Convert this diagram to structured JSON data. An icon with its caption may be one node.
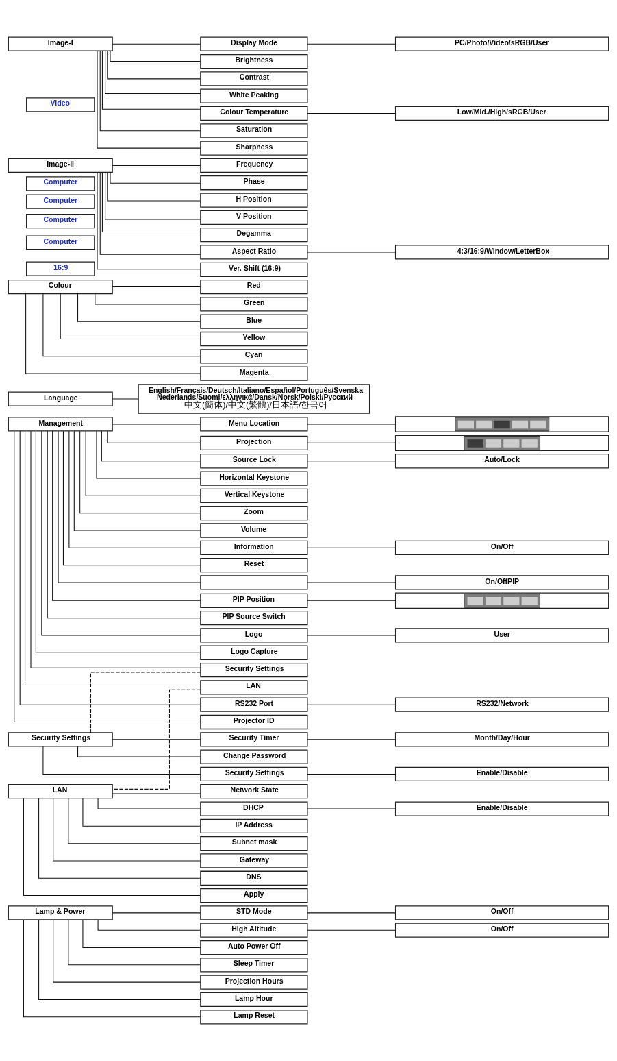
{
  "diagram": {
    "nodes": [
      {
        "text": [
          "Image-I"
        ]
      },
      {
        "text": [
          "Display Mode"
        ]
      },
      {
        "text": [
          "PC/Photo/Video/sRGB/User"
        ]
      },
      {
        "text": [
          "Brightness"
        ]
      },
      {
        "text": [
          "Contrast"
        ]
      },
      {
        "text": [
          "White Peaking"
        ]
      },
      {
        "text": [
          "Colour Temperature"
        ]
      },
      {
        "text": [
          "Low/Mid./High/sRGB/User"
        ]
      },
      {
        "text": [
          "Video"
        ]
      },
      {
        "text": [
          "Saturation"
        ]
      },
      {
        "text": [
          "Sharpness"
        ]
      },
      {
        "text": [
          "Image-II"
        ]
      },
      {
        "text": [
          "Computer"
        ]
      },
      {
        "text": [
          "Frequency"
        ]
      },
      {
        "text": [
          "Computer"
        ]
      },
      {
        "text": [
          "Phase"
        ]
      },
      {
        "text": [
          "Computer"
        ]
      },
      {
        "text": [
          "H Position"
        ]
      },
      {
        "text": [
          "Computer"
        ]
      },
      {
        "text": [
          "V Position"
        ]
      },
      {
        "text": [
          "Degamma"
        ]
      },
      {
        "text": [
          "Aspect Ratio"
        ]
      },
      {
        "text": [
          "4:3/16:9/Window/LetterBox"
        ]
      },
      {
        "text": [
          "16:9"
        ]
      },
      {
        "text": [
          "Ver. Shift (16:9)"
        ]
      },
      {
        "text": [
          "Colour"
        ]
      },
      {
        "text": [
          "Red"
        ]
      },
      {
        "text": [
          "Green"
        ]
      },
      {
        "text": [
          "Blue"
        ]
      },
      {
        "text": [
          "Yellow"
        ]
      },
      {
        "text": [
          "Cyan"
        ]
      },
      {
        "text": [
          "Magenta"
        ]
      },
      {
        "text": [
          "Language"
        ]
      },
      {
        "text": [
          "English/Français/Deutsch/Italiano/Español/Português/Svenska",
          "Nederlands/Suomi/ελληνικά/Dansk/Norsk/Polski/Русский",
          "中文(簡体)/中文(繁體)/日本語/한국어"
        ]
      },
      {
        "text": [
          "Management"
        ]
      },
      {
        "text": [
          "Menu Location"
        ]
      },
      {
        "text": [],
        "shape": "picture"
      },
      {
        "text": [
          "Projection"
        ]
      },
      {
        "text": [],
        "shape": "picture"
      },
      {
        "text": [
          "Source Lock"
        ]
      },
      {
        "text": [
          "Auto/Lock"
        ]
      },
      {
        "text": [
          "Horizontal Keystone"
        ]
      },
      {
        "text": [
          "Vertical Keystone"
        ]
      },
      {
        "text": [
          "Zoom"
        ]
      },
      {
        "text": [
          "Volume"
        ]
      },
      {
        "text": [
          "Information"
        ]
      },
      {
        "text": [
          "On/Off"
        ]
      },
      {
        "text": [
          "Reset"
        ]
      },
      {
        "text": [],
        "shape": "box"
      },
      {
        "text": [
          "On/OffPIP"
        ]
      },
      {
        "text": [
          "PIP Position"
        ]
      },
      {
        "text": [],
        "shape": "picture"
      },
      {
        "text": [
          "PIP Source Switch"
        ]
      },
      {
        "text": [
          "Logo"
        ]
      },
      {
        "text": [
          "User"
        ]
      },
      {
        "text": [
          "Logo Capture"
        ]
      },
      {
        "text": [
          "Security Settings"
        ]
      },
      {
        "text": [
          "LAN"
        ]
      },
      {
        "text": [
          "RS232 Port"
        ]
      },
      {
        "text": [
          "RS232/Network"
        ]
      },
      {
        "text": [
          "Projector ID"
        ]
      },
      {
        "text": [
          "Security Settings"
        ]
      },
      {
        "text": [
          "Security Timer"
        ]
      },
      {
        "text": [
          "Month/Day/Hour"
        ]
      },
      {
        "text": [
          "Change Password"
        ]
      },
      {
        "text": [
          "Security Settings"
        ]
      },
      {
        "text": [
          "Enable/Disable"
        ]
      },
      {
        "text": [
          "LAN"
        ]
      },
      {
        "text": [
          "Network State"
        ]
      },
      {
        "text": [
          "DHCP"
        ]
      },
      {
        "text": [
          "Enable/Disable"
        ]
      },
      {
        "text": [
          "IP Address"
        ]
      },
      {
        "text": [
          "Subnet mask"
        ]
      },
      {
        "text": [
          "Gateway"
        ]
      },
      {
        "text": [
          "DNS"
        ]
      },
      {
        "text": [
          "Apply"
        ]
      },
      {
        "text": [
          "Lamp & Power"
        ]
      },
      {
        "text": [
          "STD Mode"
        ]
      },
      {
        "text": [
          "On/Off"
        ]
      },
      {
        "text": [
          "High Altitude"
        ]
      },
      {
        "text": [
          "On/Off"
        ]
      },
      {
        "text": [
          "Auto Power Off"
        ]
      },
      {
        "text": [
          "Sleep Timer"
        ]
      },
      {
        "text": [
          "Projection Hours"
        ]
      },
      {
        "text": [
          "Lamp Hour"
        ]
      },
      {
        "text": [
          "Lamp Reset"
        ]
      }
    ],
    "edges": [
      {
        "from": 0,
        "to": 1,
        "arrow": "none"
      },
      {
        "from": 1,
        "to": 2,
        "arrow": "none"
      },
      {
        "from": 0,
        "to": 3,
        "arrow": "none"
      },
      {
        "from": 0,
        "to": 4,
        "arrow": "none"
      },
      {
        "from": 0,
        "to": 5,
        "arrow": "none"
      },
      {
        "from": 0,
        "to": 6,
        "arrow": "none"
      },
      {
        "from": 6,
        "to": 7,
        "arrow": "none"
      },
      {
        "from": 0,
        "to": 9,
        "arrow": "none"
      },
      {
        "from": 0,
        "to": 10,
        "arrow": "none"
      },
      {
        "from": 11,
        "to": 13,
        "arrow": "none"
      },
      {
        "from": 11,
        "to": 15,
        "arrow": "none"
      },
      {
        "from": 11,
        "to": 17,
        "arrow": "none"
      },
      {
        "from": 11,
        "to": 19,
        "arrow": "none"
      },
      {
        "from": 11,
        "to": 20,
        "arrow": "none"
      },
      {
        "from": 11,
        "to": 21,
        "arrow": "none"
      },
      {
        "from": 21,
        "to": 22,
        "arrow": "none"
      },
      {
        "from": 11,
        "to": 24,
        "arrow": "none"
      },
      {
        "from": 25,
        "to": 26,
        "arrow": "none"
      },
      {
        "from": 25,
        "to": 27,
        "arrow": "none"
      },
      {
        "from": 25,
        "to": 28,
        "arrow": "none"
      },
      {
        "from": 25,
        "to": 29,
        "arrow": "none"
      },
      {
        "from": 25,
        "to": 30,
        "arrow": "none"
      },
      {
        "from": 25,
        "to": 31,
        "arrow": "none"
      },
      {
        "from": 32,
        "to": 33,
        "arrow": "none"
      },
      {
        "from": 34,
        "to": 35,
        "arrow": "none"
      },
      {
        "from": 35,
        "to": 36,
        "arrow": "none"
      },
      {
        "from": 34,
        "to": 37,
        "arrow": "none"
      },
      {
        "from": 37,
        "to": 38,
        "arrow": "none"
      },
      {
        "from": 34,
        "to": 39,
        "arrow": "none"
      },
      {
        "from": 39,
        "to": 40,
        "arrow": "none"
      },
      {
        "from": 34,
        "to": 41,
        "arrow": "none"
      },
      {
        "from": 34,
        "to": 42,
        "arrow": "none"
      },
      {
        "from": 34,
        "to": 43,
        "arrow": "none"
      },
      {
        "from": 34,
        "to": 44,
        "arrow": "none"
      },
      {
        "from": 34,
        "to": 45,
        "arrow": "none"
      },
      {
        "from": 45,
        "to": 46,
        "arrow": "none"
      },
      {
        "from": 34,
        "to": 47,
        "arrow": "none"
      },
      {
        "from": 34,
        "to": 48,
        "arrow": "none"
      },
      {
        "from": 48,
        "to": 49,
        "arrow": "none"
      },
      {
        "from": 34,
        "to": 50,
        "arrow": "none"
      },
      {
        "from": 50,
        "to": 51,
        "arrow": "none"
      },
      {
        "from": 34,
        "to": 52,
        "arrow": "none"
      },
      {
        "from": 34,
        "to": 53,
        "arrow": "none"
      },
      {
        "from": 53,
        "to": 54,
        "arrow": "none"
      },
      {
        "from": 34,
        "to": 55,
        "arrow": "none"
      },
      {
        "from": 34,
        "to": 56,
        "arrow": "none"
      },
      {
        "from": 34,
        "to": 57,
        "arrow": "none"
      },
      {
        "from": 34,
        "to": 58,
        "arrow": "none"
      },
      {
        "from": 58,
        "to": 59,
        "arrow": "none"
      },
      {
        "from": 34,
        "to": 60,
        "arrow": "none"
      },
      {
        "from": 56,
        "to": 61,
        "arrow": "none",
        "style": "dashed"
      },
      {
        "from": 57,
        "to": 67,
        "arrow": "none",
        "style": "dashed"
      },
      {
        "from": 61,
        "to": 62,
        "arrow": "none"
      },
      {
        "from": 62,
        "to": 63,
        "arrow": "none"
      },
      {
        "from": 61,
        "to": 64,
        "arrow": "none"
      },
      {
        "from": 61,
        "to": 65,
        "arrow": "none"
      },
      {
        "from": 65,
        "to": 66,
        "arrow": "none"
      },
      {
        "from": 67,
        "to": 68,
        "arrow": "none"
      },
      {
        "from": 67,
        "to": 69,
        "arrow": "none"
      },
      {
        "from": 69,
        "to": 70,
        "arrow": "none"
      },
      {
        "from": 67,
        "to": 71,
        "arrow": "none"
      },
      {
        "from": 67,
        "to": 72,
        "arrow": "none"
      },
      {
        "from": 67,
        "to": 73,
        "arrow": "none"
      },
      {
        "from": 67,
        "to": 74,
        "arrow": "none"
      },
      {
        "from": 67,
        "to": 75,
        "arrow": "none"
      },
      {
        "from": 76,
        "to": 77,
        "arrow": "none"
      },
      {
        "from": 77,
        "to": 78,
        "arrow": "none"
      },
      {
        "from": 76,
        "to": 79,
        "arrow": "none"
      },
      {
        "from": 79,
        "to": 80,
        "arrow": "none"
      },
      {
        "from": 76,
        "to": 81,
        "arrow": "none"
      },
      {
        "from": 76,
        "to": 82,
        "arrow": "none"
      },
      {
        "from": 76,
        "to": 83,
        "arrow": "none"
      },
      {
        "from": 76,
        "to": 84,
        "arrow": "none"
      },
      {
        "from": 76,
        "to": 85,
        "arrow": "none"
      }
    ]
  }
}
